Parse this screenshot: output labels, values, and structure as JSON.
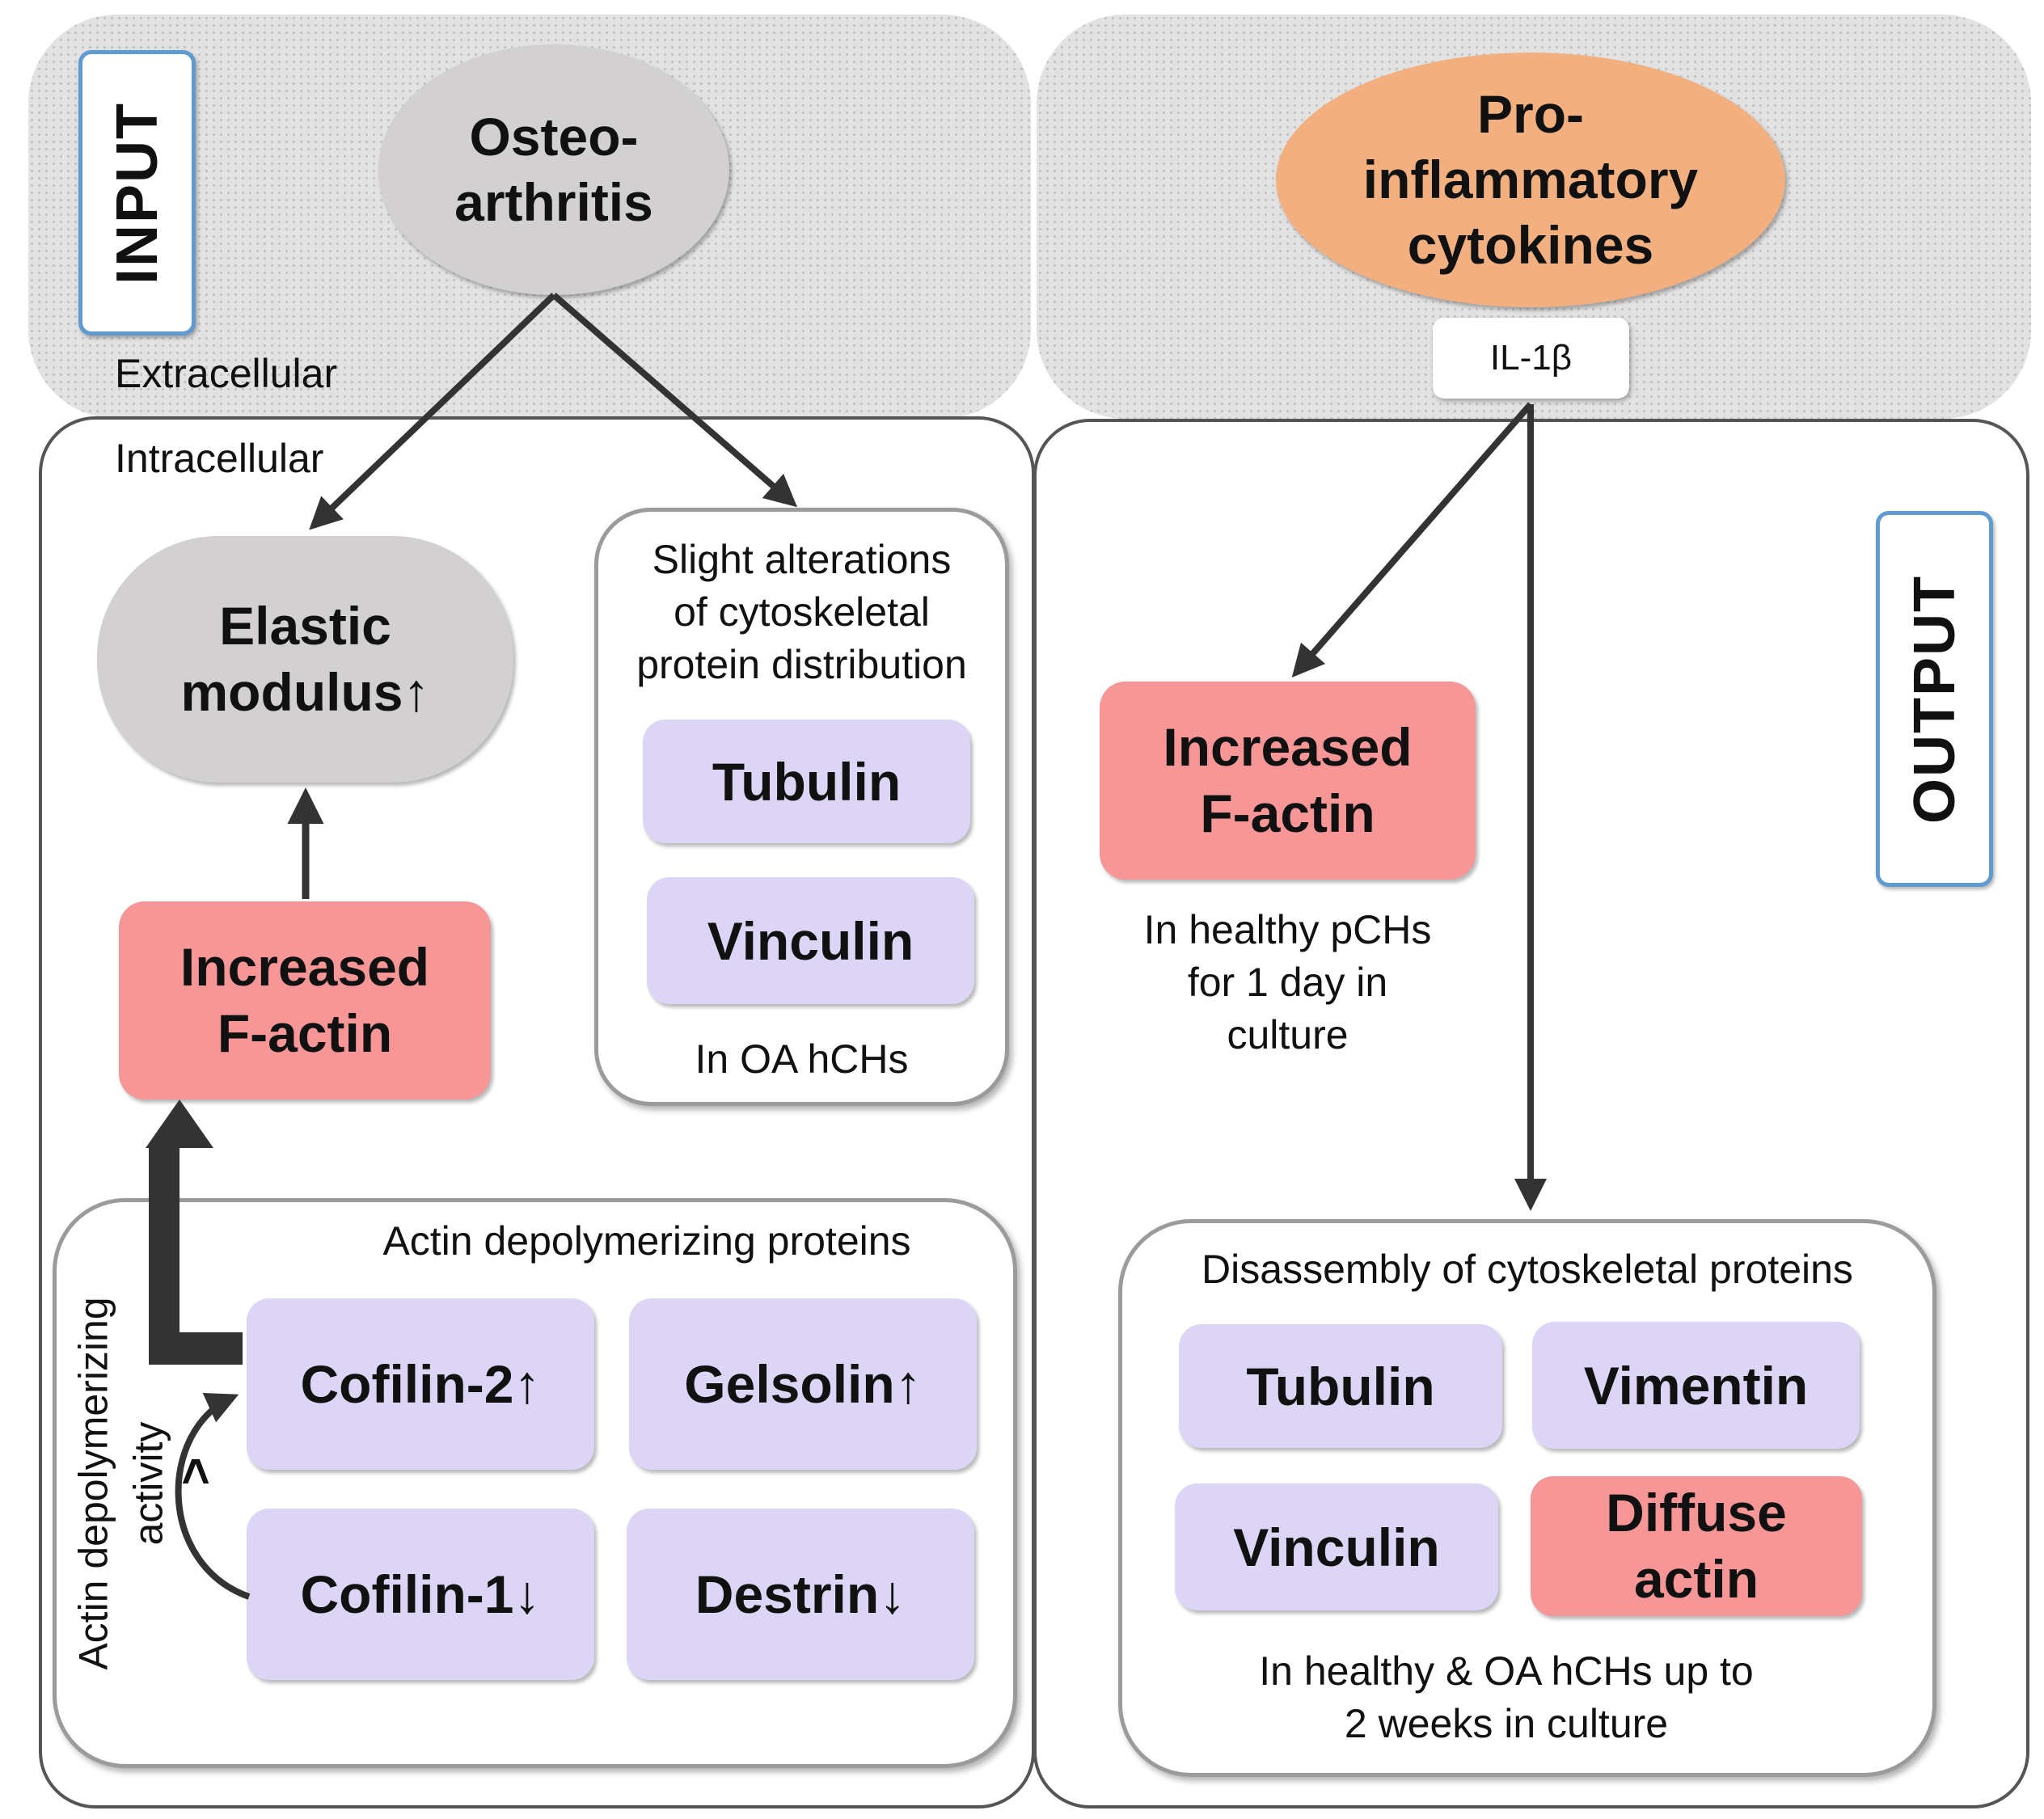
{
  "tags": {
    "input": "INPUT",
    "output": "OUTPUT"
  },
  "zones": {
    "extracellular": "Extracellular",
    "intracellular": "Intracellular"
  },
  "left": {
    "osteoarthritis": "Osteo-\narthritis",
    "elastic_modulus": "Elastic\nmodulus↑",
    "increased_factin": "Increased\nF-actin",
    "slight_alterations": {
      "title": "Slight alterations\nof cytoskeletal\nprotein distribution",
      "items": [
        "Tubulin",
        "Vinculin"
      ],
      "footnote": "In OA hCHs"
    },
    "depolymerizing": {
      "title": "Actin depolymerizing proteins",
      "side_label": "Actin depolymerizing\nactivity",
      "comparison": ">",
      "items": [
        "Cofilin-2↑",
        "Gelsolin↑",
        "Cofilin-1↓",
        "Destrin↓"
      ]
    }
  },
  "right": {
    "cytokines": "Pro-\ninflammatory\ncytokines",
    "il1b": "IL-1β",
    "increased_factin": "Increased\nF-actin",
    "factin_note": "In healthy pCHs\nfor 1 day in\nculture",
    "disassembly": {
      "title": "Disassembly of cytoskeletal proteins",
      "items": [
        "Tubulin",
        "Vimentin",
        "Vinculin",
        "Diffuse\nactin"
      ],
      "footnote": "In healthy & OA hCHs up to\n2 weeks in culture"
    }
  },
  "colors": {
    "lavender": "#dcd5f5",
    "salmon": "#f69696",
    "grey_node": "#d2d0d0",
    "orange_node": "#f2b080",
    "tag_border": "#5f9ad0",
    "arrow": "#333333"
  }
}
